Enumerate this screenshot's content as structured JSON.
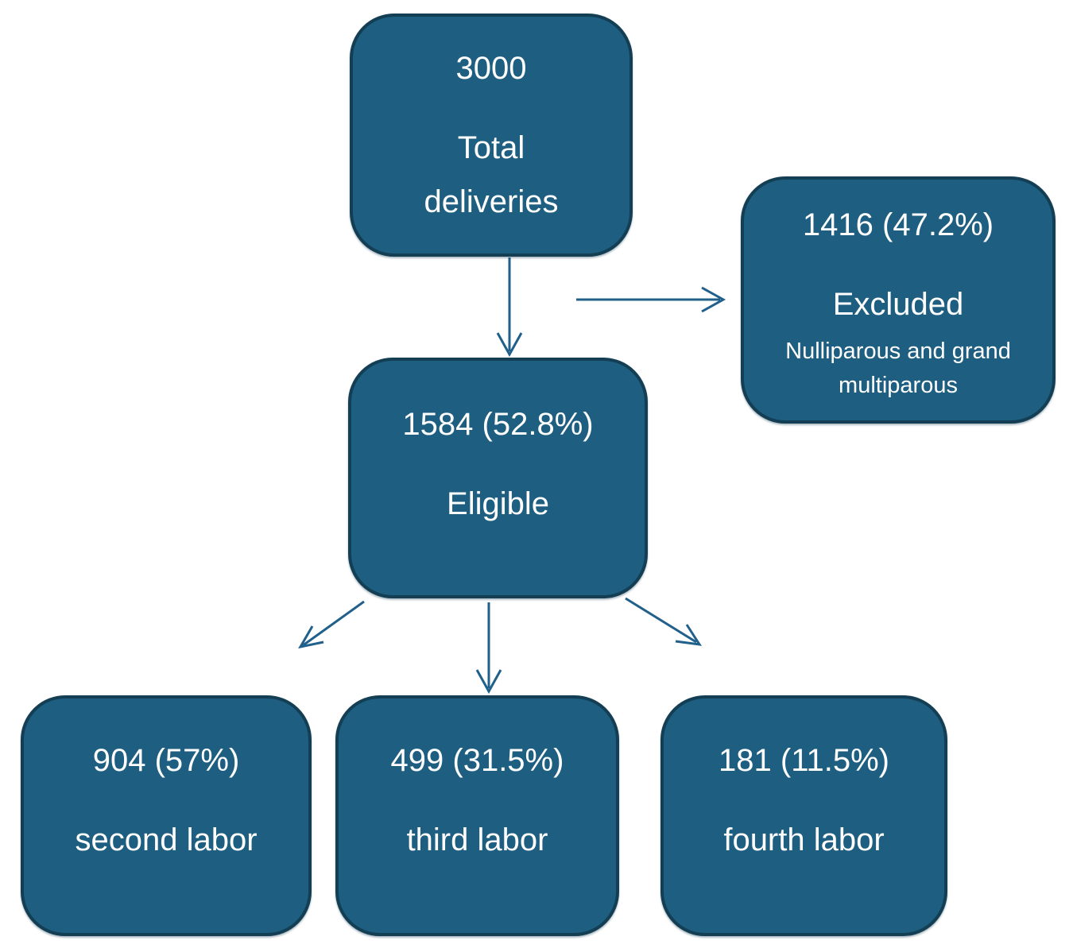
{
  "diagram": {
    "type": "flowchart",
    "colors": {
      "node_fill": "#1d5e81",
      "node_border": "#133e54",
      "arrow": "#20608a",
      "text": "#ffffff",
      "background": "#ffffff"
    },
    "nodes": {
      "total": {
        "value": "3000",
        "label": "Total deliveries"
      },
      "excluded": {
        "value": "1416 (47.2%)",
        "label": "Excluded",
        "sublabel": "Nulliparous and grand multiparous"
      },
      "eligible": {
        "value": "1584 (52.8%)",
        "label": "Eligible"
      },
      "second": {
        "value": "904 (57%)",
        "label": "second labor"
      },
      "third": {
        "value": "499 (31.5%)",
        "label": "third labor"
      },
      "fourth": {
        "value": "181 (11.5%)",
        "label": "fourth labor"
      }
    },
    "edges": [
      {
        "from": "total",
        "to": "eligible"
      },
      {
        "from": "total",
        "to": "excluded"
      },
      {
        "from": "eligible",
        "to": "second"
      },
      {
        "from": "eligible",
        "to": "third"
      },
      {
        "from": "eligible",
        "to": "fourth"
      }
    ]
  }
}
